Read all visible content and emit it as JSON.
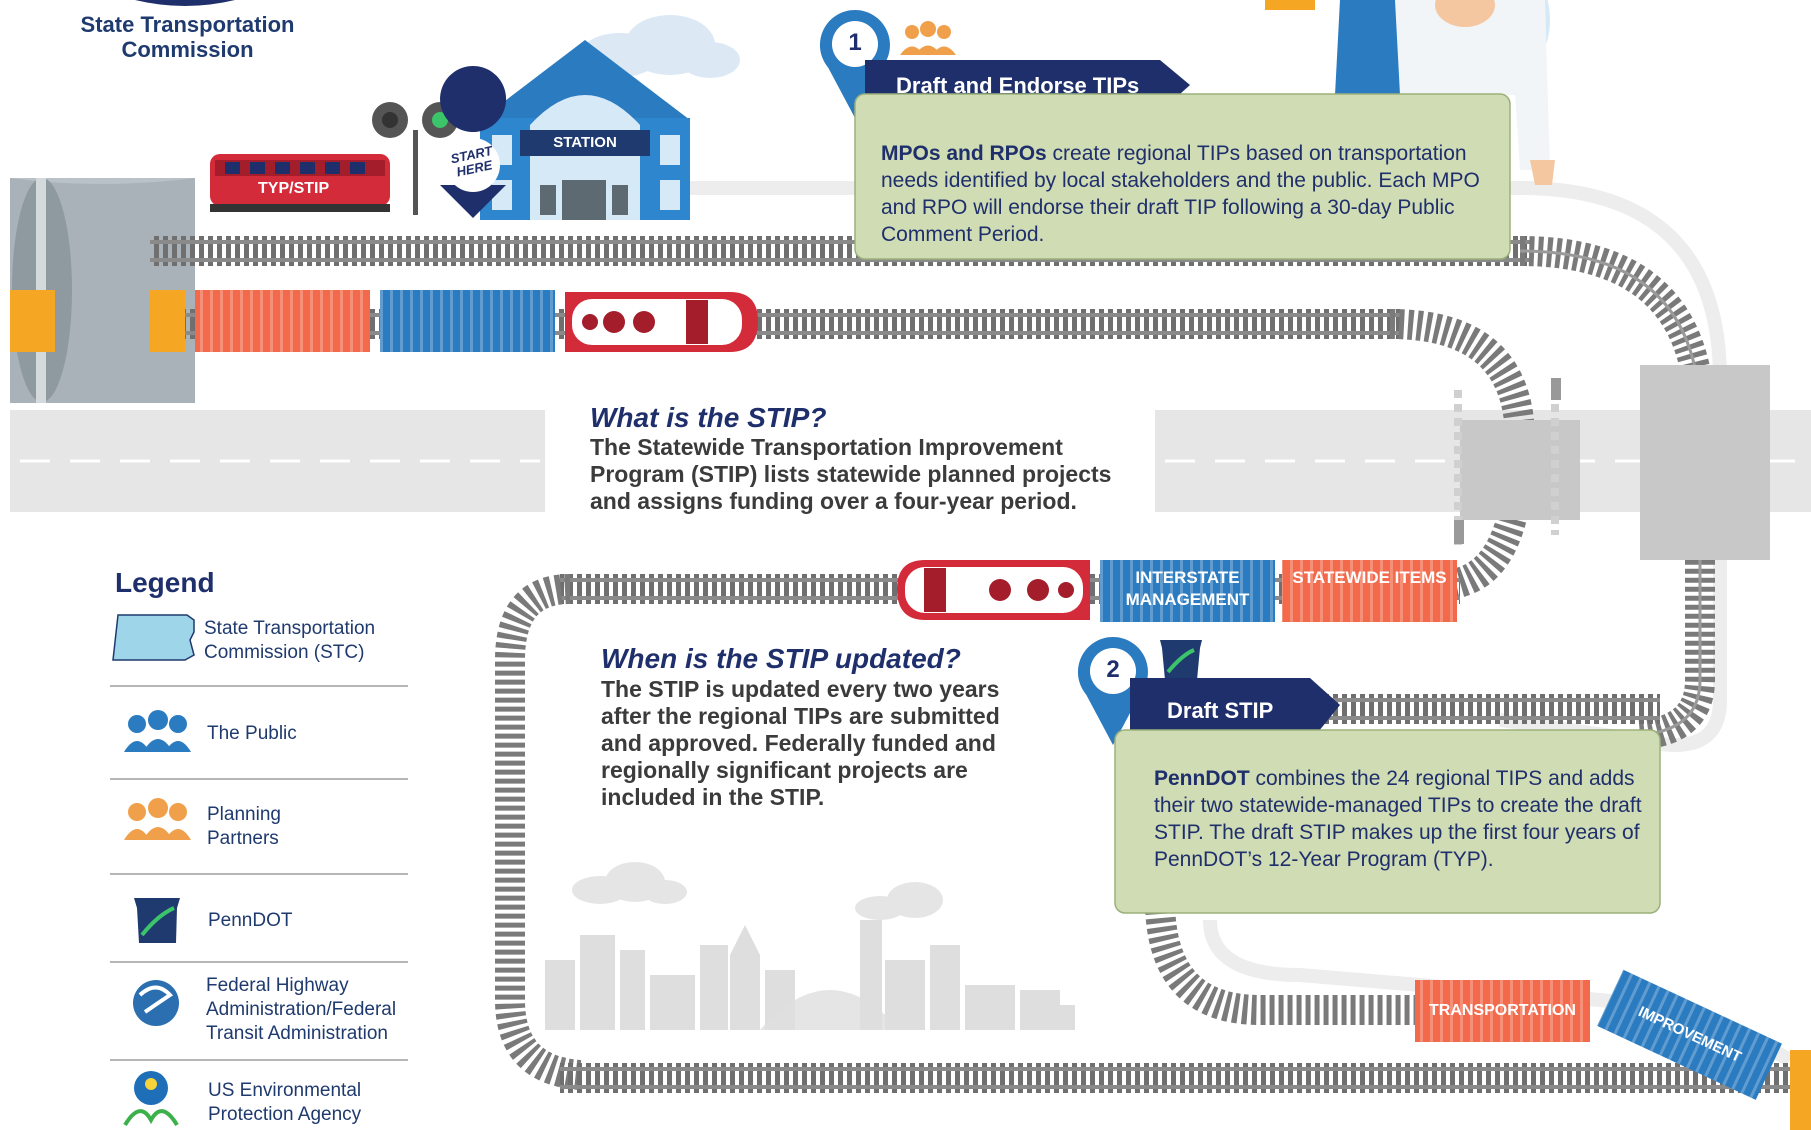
{
  "header": {
    "stc_label": "State Transportation Commission"
  },
  "train": {
    "engine_label": "TYP/STIP",
    "start_marker": "START HERE",
    "station_sign": "STATION"
  },
  "info": {
    "what_title": "What is the STIP?",
    "what_body": "The Statewide Transportation Improvement Program (STIP) lists statewide planned projects and assigns funding over a four-year period.",
    "when_title": "When is the STIP updated?",
    "when_body": "The STIP is updated every two years after the regional TIPs are submitted and approved. Federally funded and regionally significant projects are included in the STIP."
  },
  "steps": [
    {
      "number": "1",
      "tag": "Draft and Endorse TIPs",
      "lead": "MPOs and RPOs",
      "body": " create regional TIPs based on transportation needs identified by local stakeholders and the public. Each MPO and RPO will endorse their draft TIP following a 30-day Public Comment Period."
    },
    {
      "number": "2",
      "tag": "Draft STIP",
      "lead": "PennDOT",
      "body": " combines the 24 regional TIPS and adds their two statewide-managed TIPs to create the draft STIP. The draft STIP makes up the first four years of PennDOT’s 12-Year Program (TYP)."
    }
  ],
  "cars": {
    "interstate": "INTERSTATE MANAGEMENT",
    "statewide": "STATEWIDE ITEMS",
    "transportation": "TRANSPORTATION",
    "improvement": "IMPROVEMENT"
  },
  "legend": {
    "title": "Legend",
    "items": [
      {
        "icon": "pennsylvania-map-icon",
        "label": "State Transportation Commission (STC)"
      },
      {
        "icon": "public-people-icon",
        "label": "The Public"
      },
      {
        "icon": "planning-partners-icon",
        "label": "Planning Partners"
      },
      {
        "icon": "penndot-keystone-icon",
        "label": "PennDOT"
      },
      {
        "icon": "fhwa-fta-icon",
        "label": "Federal Highway Administration/Federal Transit Administration"
      },
      {
        "icon": "epa-icon",
        "label": "US Environmental Protection Agency"
      }
    ]
  },
  "colors": {
    "navy": "#1f2f6b",
    "blue": "#2b7bc0",
    "red": "#d42b3a",
    "orange": "#f26a4b",
    "yellow": "#f5a623",
    "green_box": "#cfdcb4",
    "track": "#8a8a8a"
  }
}
